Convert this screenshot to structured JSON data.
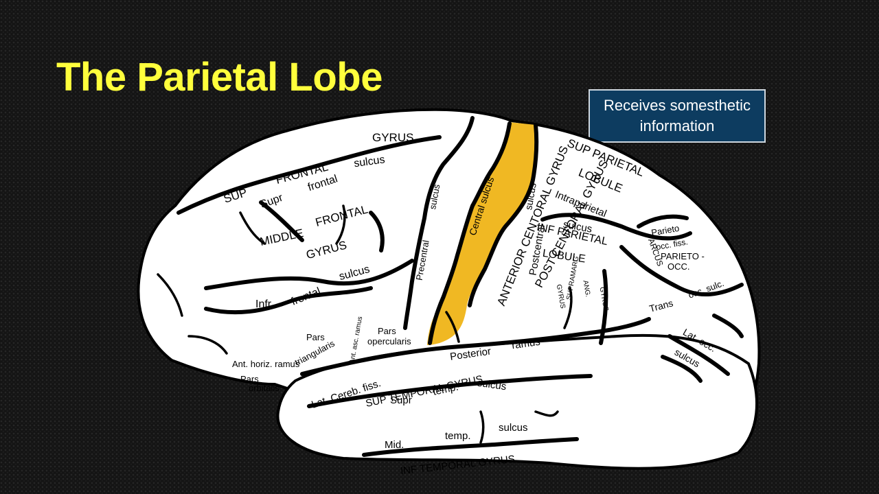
{
  "slide": {
    "title": "The Parietal Lobe",
    "callout": "Receives somesthetic information"
  },
  "colors": {
    "title": "#ffff3c",
    "highlight": "#f0b823",
    "callout_bg": "#0d3c60"
  },
  "labels": {
    "sup": "SUP",
    "gyrus_top": "GYRUS",
    "frontal_top": "FRONTAL",
    "sulcus_top": "sulcus",
    "supr": "Supr",
    "frontal_small": "frontal",
    "middle": "MIDDLE",
    "frontal_mid": "FRONTAL",
    "gyrus_mid": "GYRUS",
    "infr": "Infr",
    "frontal_inf": "frontal",
    "sulcus_inf": "sulcus",
    "pars_tri_1": "Pars",
    "pars_tri_2": "triangularis",
    "ant_asc_ramus": "Ant. asc. ramus",
    "pars_op_1": "Pars",
    "pars_op_2": "opercularis",
    "ant_horiz": "Ant. horiz. ramus",
    "pars_orb_1": "Pars",
    "pars_orb_2": "orbitalis",
    "lat_cereb": "Lat. Cereb. fiss.",
    "posterior": "Posterior",
    "ramus": "ramus",
    "sup_temporal_gyrus": "SUP TEMPORAL GYRUS",
    "supr_temp": "Supr",
    "temp": "temp.",
    "temp_sulcus": "sulcus",
    "mid": "Mid.",
    "temp2": "temp.",
    "sulcus_mid_temp": "sulcus",
    "inf_temporal_gyrus": "INF TEMPORAL GYRUS",
    "sulcus_vert": "sulcus",
    "precentral": "Precentral",
    "anterior_central_gyrus": "ANTERIOR CENTORAL GYRUS",
    "central_sulcus": "Central sulcus",
    "post_central_gyrus": "POST CENTORAL GYRUS",
    "sulcus_post": "sulcus",
    "postcentral": "Postcentral",
    "sup_parietal": "SUP PARIETAL",
    "lobule_sup": "LOBULE",
    "intraparietal": "Intraparietal",
    "sulcus_ip": "sulcus",
    "inf_parietal": "INF PARIETAL",
    "lobule_inf": "LOBULE",
    "supramarg": "SUPRAMARG",
    "gyrus_sm": "GYRUS",
    "ang": "ANG.",
    "gyrus_ang": "GYRUS",
    "parieto": "Parieto",
    "occ_fiss": "occ. fiss.",
    "arcus": "ARCUS",
    "parieto_occ_1": "PARIETO -",
    "parieto_occ_2": "OCC.",
    "trans": "Trans",
    "occ_sulc": "occ. sulc.",
    "lat_occ": "Lat. occ.",
    "lat_occ_sulcus": "sulcus"
  }
}
